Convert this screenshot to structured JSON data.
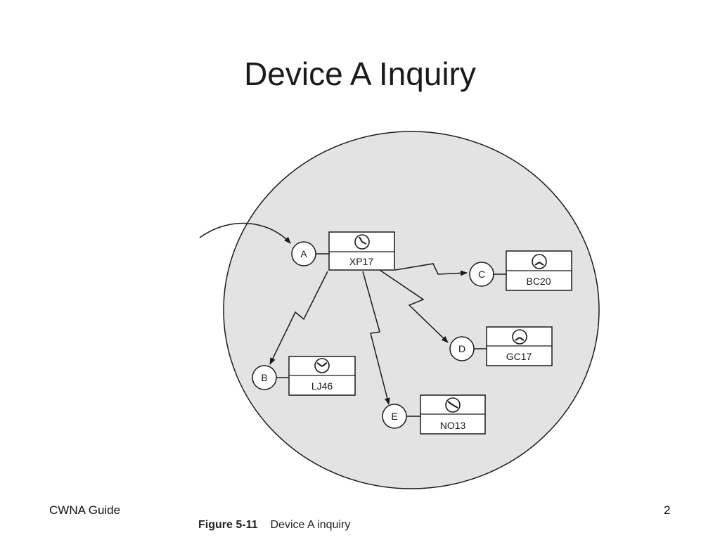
{
  "slide": {
    "title": "Device A Inquiry",
    "footer_left": "CWNA Guide",
    "footer_right": "2"
  },
  "caption": {
    "figure_number": "Figure 5-11",
    "figure_text": "Device A inquiry"
  },
  "diagram": {
    "node_labels": {
      "a": "A",
      "b": "B",
      "c": "C",
      "d": "D",
      "e": "E"
    },
    "device_names": {
      "xp17": "XP17",
      "bc20": "BC20",
      "gc17": "GC17",
      "lj46": "LJ46",
      "no13": "NO13"
    },
    "colors": {
      "range_fill": "#e3e3e3",
      "stroke": "#1a1a1a",
      "box_fill": "#ffffff"
    }
  }
}
